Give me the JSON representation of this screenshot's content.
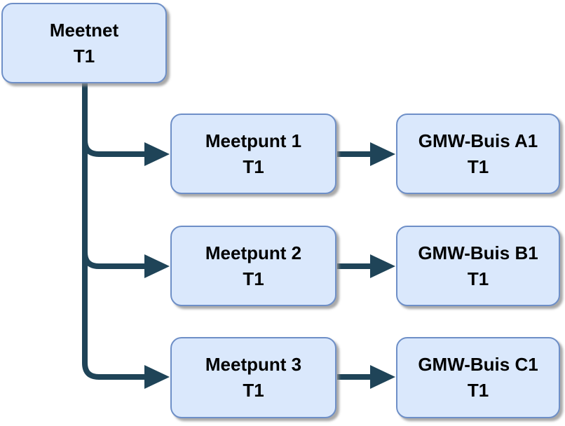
{
  "diagram": {
    "nodes": [
      {
        "id": "meetnet",
        "title": "Meetnet",
        "subtitle": "T1"
      },
      {
        "id": "meetpunt-1",
        "title": "Meetpunt 1",
        "subtitle": "T1"
      },
      {
        "id": "meetpunt-2",
        "title": "Meetpunt 2",
        "subtitle": "T1"
      },
      {
        "id": "meetpunt-3",
        "title": "Meetpunt 3",
        "subtitle": "T1"
      },
      {
        "id": "gmw-buis-a1",
        "title": "GMW-Buis A1",
        "subtitle": "T1"
      },
      {
        "id": "gmw-buis-b1",
        "title": "GMW-Buis B1",
        "subtitle": "T1"
      },
      {
        "id": "gmw-buis-c1",
        "title": "GMW-Buis C1",
        "subtitle": "T1"
      }
    ],
    "edges": [
      {
        "from": "meetnet",
        "to": "meetpunt-1"
      },
      {
        "from": "meetnet",
        "to": "meetpunt-2"
      },
      {
        "from": "meetnet",
        "to": "meetpunt-3"
      },
      {
        "from": "meetpunt-1",
        "to": "gmw-buis-a1"
      },
      {
        "from": "meetpunt-2",
        "to": "gmw-buis-b1"
      },
      {
        "from": "meetpunt-3",
        "to": "gmw-buis-c1"
      }
    ],
    "colors": {
      "node_fill": "#dae8fc",
      "node_border": "#6e8fc7",
      "connector": "#1f4458",
      "text_color": "#000000",
      "background": "#ffffff"
    }
  }
}
